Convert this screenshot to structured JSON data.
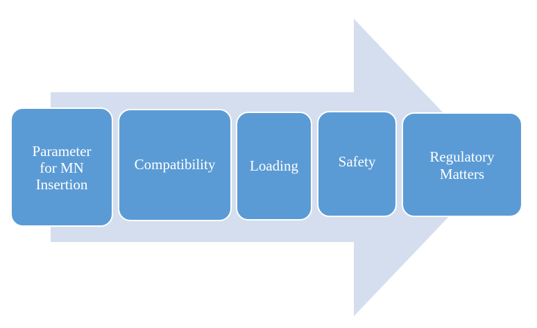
{
  "diagram": {
    "arrow_color": "#d4deee",
    "box_color": "#5b9bd5",
    "text_color": "#ffffff",
    "steps": [
      {
        "label": "Parameter\nfor MN\nInsertion"
      },
      {
        "label": "Compatibility"
      },
      {
        "label": "Loading"
      },
      {
        "label": "Safety"
      },
      {
        "label": "Regulatory\nMatters"
      }
    ]
  }
}
